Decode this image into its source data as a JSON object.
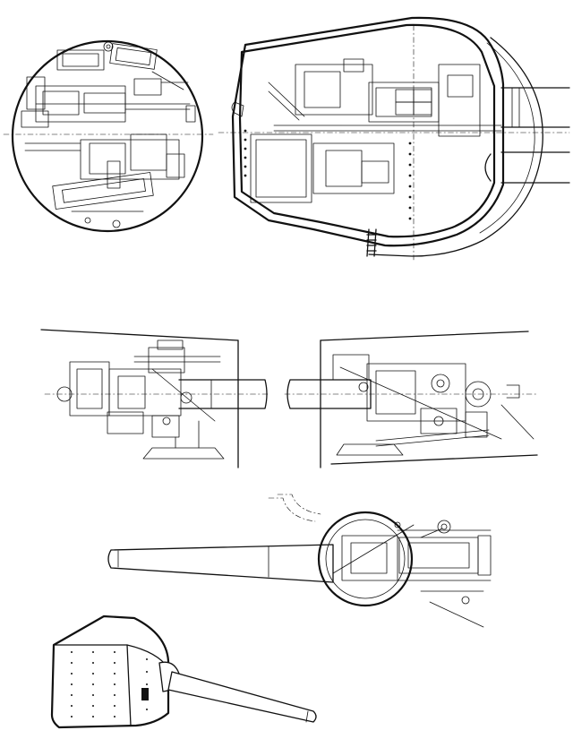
{
  "drawing": {
    "caption": "",
    "ink_color": "#111111",
    "paper_color": "#ffffff",
    "views": [
      {
        "id": "circular-cutaway-plan",
        "label": ""
      },
      {
        "id": "turret-cutaway-plan",
        "label": ""
      },
      {
        "id": "breech-side-elevation-left",
        "label": ""
      },
      {
        "id": "breech-side-elevation-right",
        "label": ""
      },
      {
        "id": "gun-mount-plan-view",
        "label": ""
      },
      {
        "id": "turret-perspective-view",
        "label": ""
      }
    ]
  }
}
